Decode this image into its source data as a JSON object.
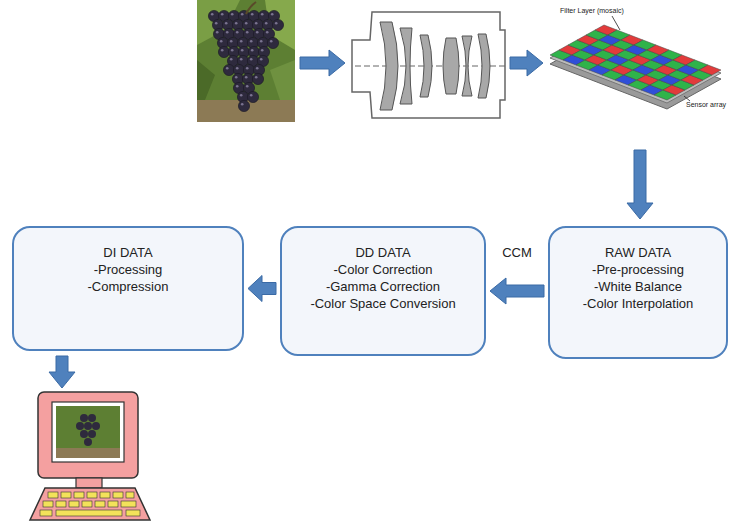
{
  "diagram": {
    "nodes": [
      {
        "text": [
          "RAW DATA",
          "-Pre-processing",
          "-White Balance",
          "-Color Interpolation"
        ]
      },
      {
        "text": [
          "DD DATA",
          "-Color Correction",
          "-Gamma Correction",
          "-Color Space Conversion"
        ]
      },
      {
        "text": [
          "DI DATA",
          "-Processing",
          "-Compression"
        ]
      }
    ],
    "edges": [
      {
        "from": 0,
        "to": 1,
        "arrow": "to",
        "label": "CCM"
      },
      {
        "from": 1,
        "to": 2,
        "arrow": "to"
      }
    ],
    "labels": [
      "Filter Layer (mosaic)",
      "Sensor array"
    ]
  }
}
